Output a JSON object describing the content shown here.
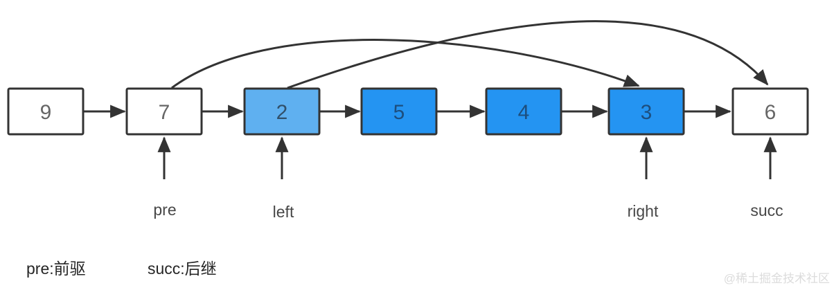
{
  "colors": {
    "node_border": "#333333",
    "arrow": "#333333",
    "white_node": "#ffffff",
    "light_blue_node": "#5fb0f0",
    "dark_blue_node": "#2494f2"
  },
  "nodes": [
    {
      "value": "9",
      "color": "#ffffff",
      "text_color": "#666666"
    },
    {
      "value": "7",
      "color": "#ffffff",
      "text_color": "#666666"
    },
    {
      "value": "2",
      "color": "#5fb0f0",
      "text_color": "#31506a"
    },
    {
      "value": "5",
      "color": "#2494f2",
      "text_color": "#1d4e7e"
    },
    {
      "value": "4",
      "color": "#2494f2",
      "text_color": "#1d4e7e"
    },
    {
      "value": "3",
      "color": "#2494f2",
      "text_color": "#1d4e7e"
    },
    {
      "value": "6",
      "color": "#ffffff",
      "text_color": "#666666"
    }
  ],
  "pointers": [
    {
      "label": "pre",
      "points_to": "7"
    },
    {
      "label": "left",
      "points_to": "2"
    },
    {
      "label": "right",
      "points_to": "3"
    },
    {
      "label": "succ",
      "points_to": "6"
    }
  ],
  "curved_links": [
    {
      "from": "7",
      "to": "3"
    },
    {
      "from": "2",
      "to": "6"
    }
  ],
  "legend": {
    "pre_text": "pre:前驱",
    "succ_text": "succ:后继"
  },
  "watermark": "@稀土掘金技术社区"
}
